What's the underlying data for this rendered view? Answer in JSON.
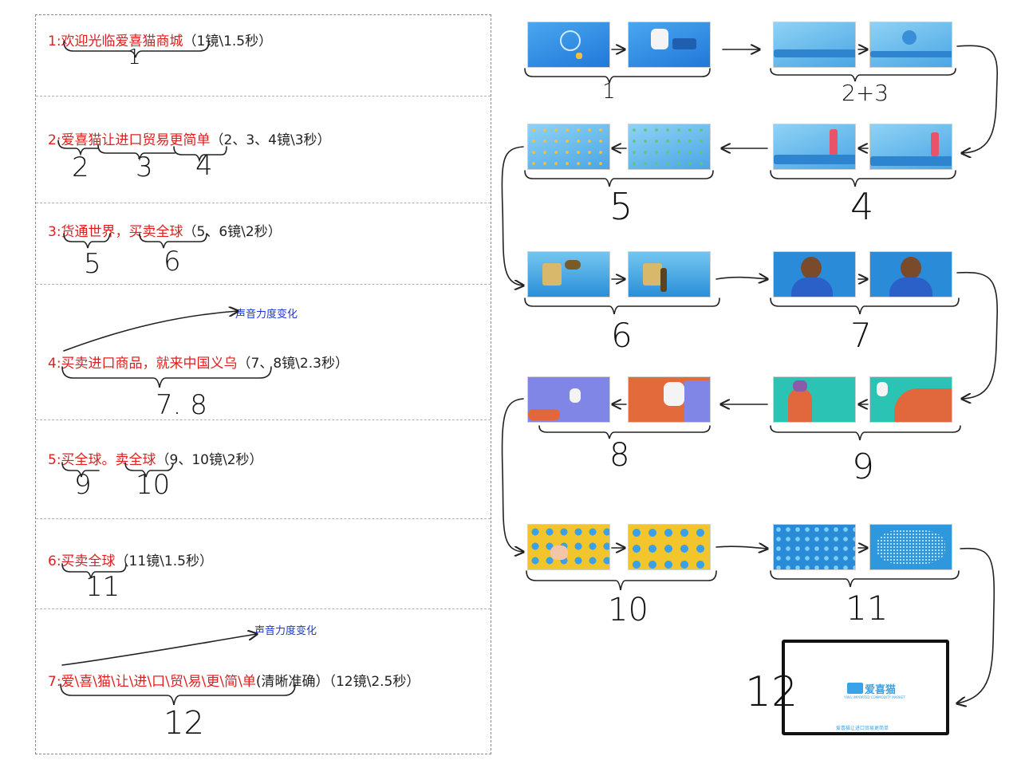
{
  "script": {
    "lines": [
      {
        "num": "1:",
        "text": "欢迎光临爱喜猫商城",
        "note": "（1镜\\1.5秒）"
      },
      {
        "num": "2:",
        "text": "爱喜猫让进口贸易更简单",
        "note": "（2、3、4镜\\3秒）"
      },
      {
        "num": "3:",
        "text": "货通世界，买卖全球",
        "note": "（5、6镜\\2秒）"
      },
      {
        "num": "4:",
        "text": "买卖进口商品，就来中国义乌",
        "note": "（7、8镜\\2.3秒）"
      },
      {
        "num": "5:",
        "text": "买全球。卖全球",
        "note": "（9、10镜\\2秒）"
      },
      {
        "num": "6:",
        "text": "买卖全球",
        "note": "（11镜\\1.5秒）"
      },
      {
        "num": "7:",
        "text": "爱\\喜\\猫\\让\\进\\口\\贸\\易\\更\\简\\单",
        "note": "(清晰准确）（12镜\\2.5秒）"
      }
    ],
    "volume_note": "声音力度变化",
    "handwritten": {
      "l1": [
        "1"
      ],
      "l2": [
        "2",
        "3",
        "4"
      ],
      "l3": [
        "5",
        "6"
      ],
      "l4": [
        "7. 8"
      ],
      "l5": [
        "9",
        "10"
      ],
      "l6": [
        "11"
      ],
      "l7": [
        "12"
      ]
    }
  },
  "storyboard": {
    "labels": {
      "s1": "1",
      "s23": "2+3",
      "s4": "4",
      "s5": "5",
      "s6": "6",
      "s7": "7",
      "s8": "8",
      "s9": "9",
      "s10": "10",
      "s11": "11",
      "s12": "12"
    },
    "end_frame": {
      "brand": "爱喜猫",
      "sub": "YIWU IMPORTED COMMODITY MARKET",
      "tagline": "爱喜猫让进口贸易更简单"
    }
  },
  "colors": {
    "accent_red": "#e01e1e",
    "note_blue": "#1a36d6",
    "brand_blue": "#39a2e8"
  }
}
